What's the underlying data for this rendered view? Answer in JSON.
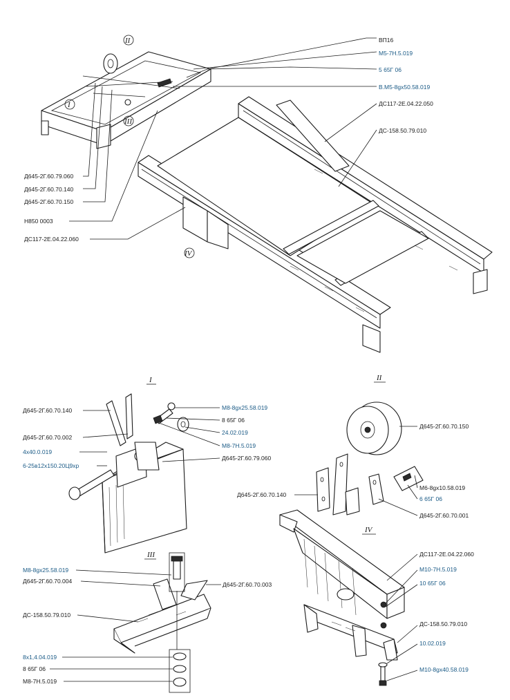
{
  "main_view": {
    "callouts": {
      "c1": "ВП16",
      "c2": "М5-7Н.5.019",
      "c3": "5 65Г 06",
      "c4": "В.М5-8gx50.58.019",
      "c5": "ДС117-2Е.04.22.050",
      "c6": "ДС-158.50.79.010",
      "c7": "Д645-2Г.60.79.060",
      "c8": "Д645-2Г.60.70.140",
      "c9": "Д645-2Г.60.70.150",
      "c10": "Н850 0003",
      "c11": "ДС117-2Е.04.22.060"
    },
    "markers": {
      "I": "I",
      "II": "II",
      "III": "III",
      "IV": "IV"
    }
  },
  "detail_I": {
    "title": "I",
    "callouts": {
      "a1": "Д645-2Г.60.70.140",
      "a2": "Д645-2Г.60.70.002",
      "a3": "4х40.0.019",
      "a4": "6-25в12х150.20Ц9хр",
      "a5": "М8-8gx25.58.019",
      "a6": "8 65Г 06",
      "a7": "24.02.019",
      "a8": "М8-7Н.5.019",
      "a9": "Д645-2Г.60.79.060"
    }
  },
  "detail_II": {
    "title": "II",
    "callouts": {
      "b1": "Д645-2Г.60.70.150",
      "b2": "Д645-2Г.60.70.140",
      "b3": "М6-8gx10.58.019",
      "b4": "6 65Г 06",
      "b5": "Д645-2Г.60.70.001"
    }
  },
  "detail_III": {
    "title": "III",
    "callouts": {
      "d1": "М8-8gx25.58.019",
      "d2": "Д645-2Г.60.70.004",
      "d3": "Д645-2Г.60.70.003",
      "d4": "ДС-158.50.79.010",
      "d5": "8х1,4.04.019",
      "d6": "8 65Г 06",
      "d7": "М8-7Н.5.019"
    }
  },
  "detail_IV": {
    "title": "IV",
    "callouts": {
      "e1": "ДС117-2Е.04.22.060",
      "e2": "М10-7Н.5.019",
      "e3": "10 65Г 06",
      "e4": "ДС-158.50.79.010",
      "e5": "10.02.019",
      "e6": "М10-8gx40.58.019"
    }
  },
  "colors": {
    "ink": "#1a1a1a",
    "blue_label": "#1a5a86",
    "paper": "#ffffff"
  }
}
